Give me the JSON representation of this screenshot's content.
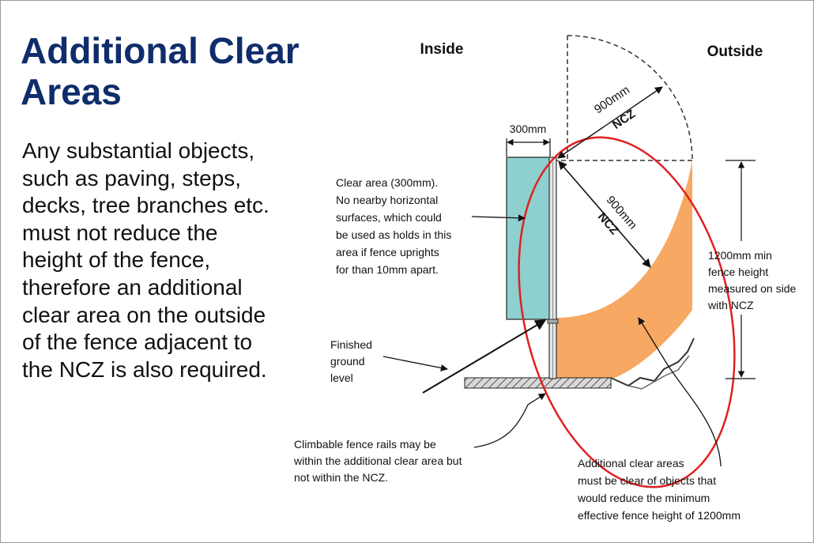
{
  "heading": {
    "line1": "Additional Clear",
    "line2": "Areas"
  },
  "paragraph": [
    "Any substantial objects,",
    "such as paving, steps,",
    "decks, tree branches etc.",
    "must not reduce the",
    "height of the fence,",
    "therefore an additional",
    "clear area on the outside",
    "of the fence adjacent to",
    "the NCZ is also required."
  ],
  "diagram": {
    "inside_label": "Inside",
    "outside_label": "Outside",
    "dim_300": "300mm",
    "dim_900_top": "900mm",
    "dim_ncz_top": "NCZ",
    "dim_900_diag": "900mm",
    "dim_ncz_diag": "NCZ",
    "clear_area_note": [
      "Clear area (300mm).",
      "No nearby horizontal",
      "surfaces, which could",
      "be used as holds in this",
      "area if fence uprights",
      "for than 10mm apart."
    ],
    "ground_note": [
      "Finished",
      "ground",
      "level"
    ],
    "height_note": [
      "1200mm min",
      "fence height",
      "measured on side",
      "with NCZ"
    ],
    "rails_note": [
      "Climbable fence rails may be",
      "within the additional clear area but",
      "not within the NCZ."
    ],
    "additional_note": [
      "Additional clear areas",
      "must be clear of objects that",
      "would reduce the minimum",
      "effective fence height of 1200mm"
    ],
    "colors": {
      "heading": "#0f2d6b",
      "clear_area_fill": "#8ecfcf",
      "additional_area_fill": "#f7a862",
      "ellipse_stroke": "#e02020"
    }
  }
}
